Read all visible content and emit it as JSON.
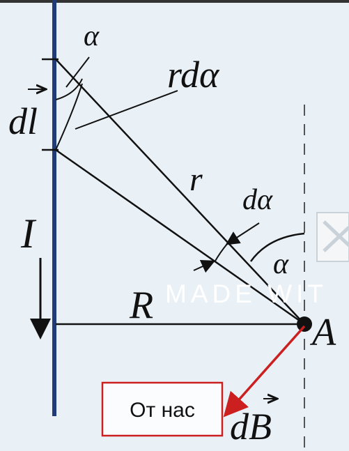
{
  "labels": {
    "alpha_top": "α",
    "r_d_alpha": "rdα",
    "dl": "dl",
    "r": "r",
    "d_alpha": "dα",
    "alpha_right": "α",
    "current": "I",
    "R": "R",
    "point": "A",
    "dB": "dB"
  },
  "note": {
    "text": "От нас"
  },
  "watermark": {
    "text": "MADE WIT"
  },
  "colors": {
    "wire": "#1f3b78",
    "lines": "#111111",
    "field_vector": "#cc1f1f",
    "note_border": "#cc1f1f",
    "background": "#e9f0f6"
  },
  "icons": {
    "overlay": "close-icon"
  }
}
